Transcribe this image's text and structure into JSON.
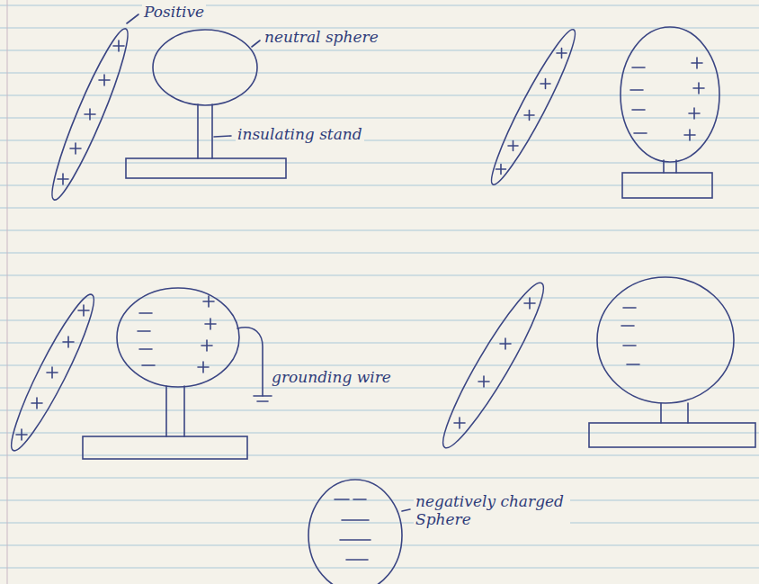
{
  "diagram": {
    "labels": [
      "Positive",
      "neutral sphere",
      "insulating stand",
      "grounding wire",
      "negatively charged Sphere"
    ]
  }
}
